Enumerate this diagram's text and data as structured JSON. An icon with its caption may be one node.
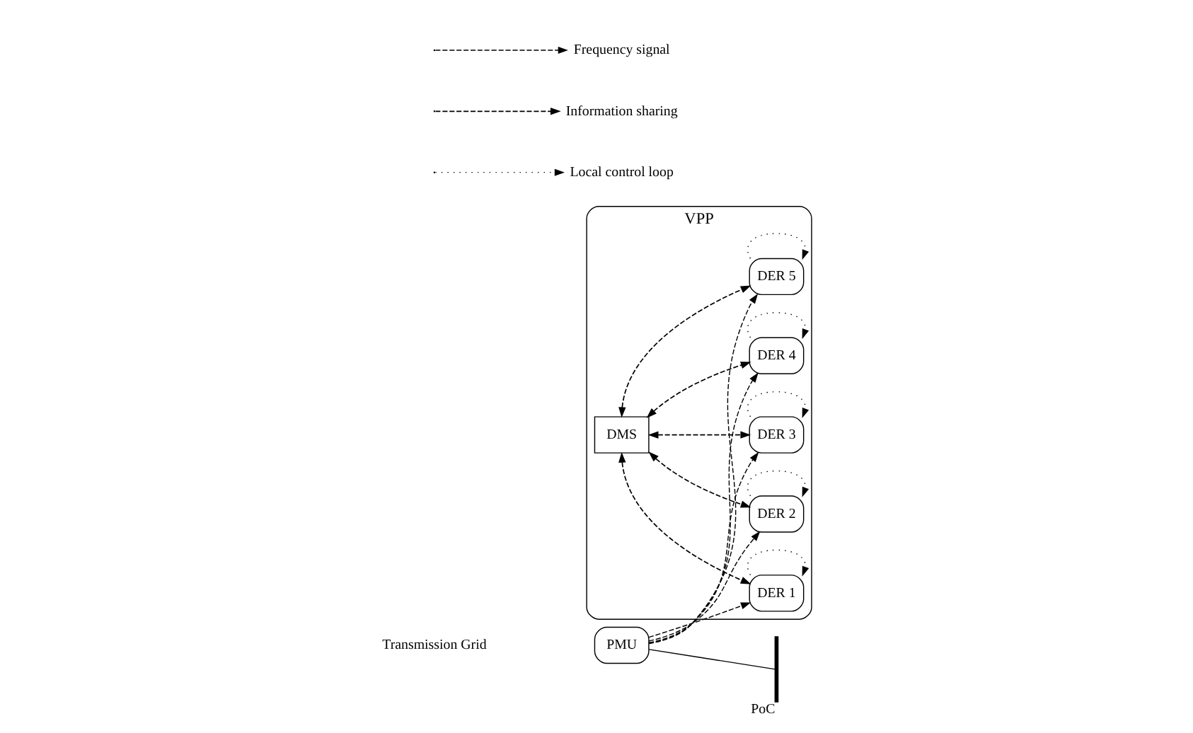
{
  "diagram": {
    "nodes": [
      {
        "text": [
          "VPP"
        ]
      },
      {
        "text": [
          "PMU"
        ]
      },
      {
        "text": [
          "DER 1"
        ],
        "in": 0
      },
      {
        "text": [
          "DER 2"
        ],
        "in": 0
      },
      {
        "text": [
          "DER 3"
        ],
        "in": 0
      },
      {
        "text": [
          "DER 4"
        ],
        "in": 0
      },
      {
        "text": [
          "DER 5"
        ],
        "in": 0
      },
      {
        "text": [
          "DMS"
        ],
        "in": 0
      },
      {
        "text": [],
        "shape": "bar",
        "beside": [
          "PoC"
        ]
      }
    ],
    "edges": [
      {
        "from": 1,
        "to": 8,
        "arrow": "none"
      },
      {
        "from": 1,
        "to": 2,
        "arrow": "to",
        "style": "dashed"
      },
      {
        "from": 1,
        "to": 3,
        "arrow": "to",
        "style": "dashed"
      },
      {
        "from": 1,
        "to": 4,
        "arrow": "to",
        "style": "dashed"
      },
      {
        "from": 1,
        "to": 5,
        "arrow": "to",
        "style": "dashed"
      },
      {
        "from": 1,
        "to": 6,
        "arrow": "to",
        "style": "dashed"
      },
      {
        "from": 7,
        "to": 2,
        "arrow": "both",
        "style": "dashed"
      },
      {
        "from": 7,
        "to": 3,
        "arrow": "both",
        "style": "dashed"
      },
      {
        "from": 7,
        "to": 4,
        "arrow": "both",
        "style": "dashed"
      },
      {
        "from": 7,
        "to": 5,
        "arrow": "both",
        "style": "dashed"
      },
      {
        "from": 7,
        "to": 6,
        "arrow": "both",
        "style": "dashed"
      },
      {
        "from": 2,
        "to": 2,
        "arrow": "to",
        "style": "dashed"
      },
      {
        "from": 3,
        "to": 3,
        "arrow": "to",
        "style": "dashed"
      },
      {
        "from": 4,
        "to": 4,
        "arrow": "to",
        "style": "dashed"
      },
      {
        "from": 5,
        "to": 5,
        "arrow": "to",
        "style": "dashed"
      },
      {
        "from": 6,
        "to": 6,
        "arrow": "to",
        "style": "dashed"
      }
    ],
    "labels": [
      "Transmission Grid"
    ],
    "legend": [
      {
        "text": "Frequency signal"
      },
      {
        "text": "Information sharing"
      },
      {
        "text": "Local control loop"
      }
    ]
  }
}
